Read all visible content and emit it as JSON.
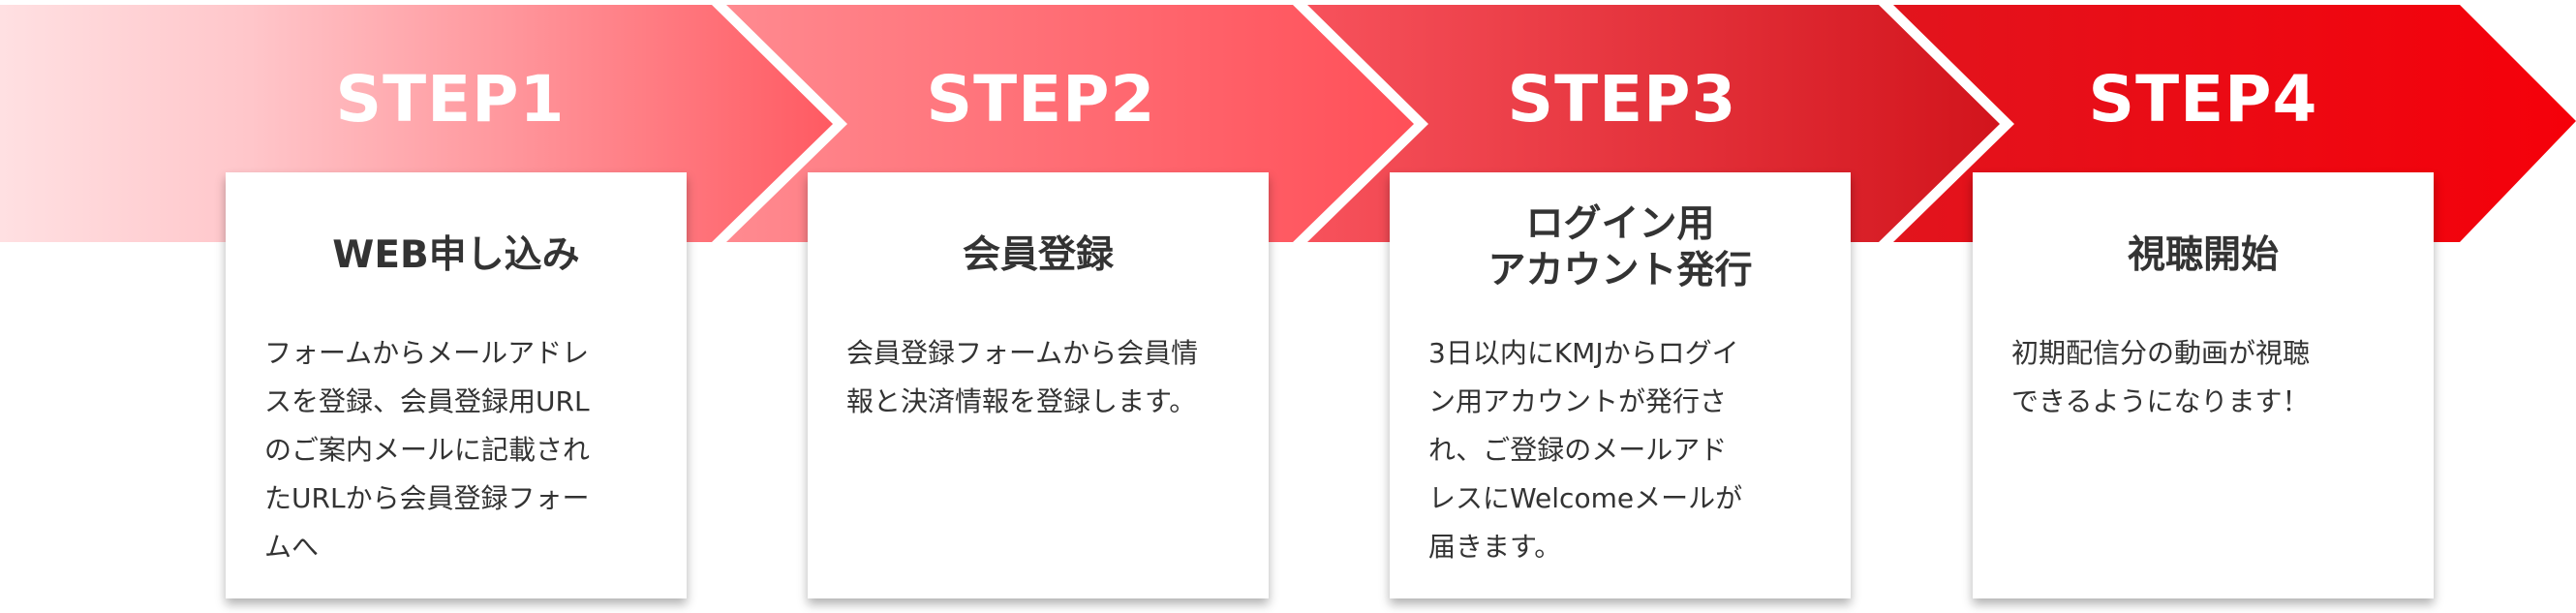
{
  "steps": [
    {
      "heading": "STEP1",
      "title": "WEB申し込み",
      "body": "フォームからメールアドレ\nスを登録、会員登録用URL\nのご案内メールに記載され\nたURLから会員登録フォー\nムへ"
    },
    {
      "heading": "STEP2",
      "title": "会員登録",
      "body": "会員登録フォームから会員情\n報と決済情報を登録します。"
    },
    {
      "heading": "STEP3",
      "title": "ログイン用\nアカウント発行",
      "body": "3日以内にKMJからログイ\nン用アカウントが発行さ\nれ、ご登録のメールアド\nレスにWelcomeメールが\n届きます。"
    },
    {
      "heading": "STEP4",
      "title": "視聴開始",
      "body": "初期配信分の動画が視聴\nできるようになります！"
    }
  ],
  "colors": {
    "light_pink": "#ffc6ca",
    "coral": "#ff5e66",
    "red": "#ee2f3c",
    "dark_red": "#d6141c",
    "bright_red": "#f5000a",
    "text": "#333333"
  }
}
